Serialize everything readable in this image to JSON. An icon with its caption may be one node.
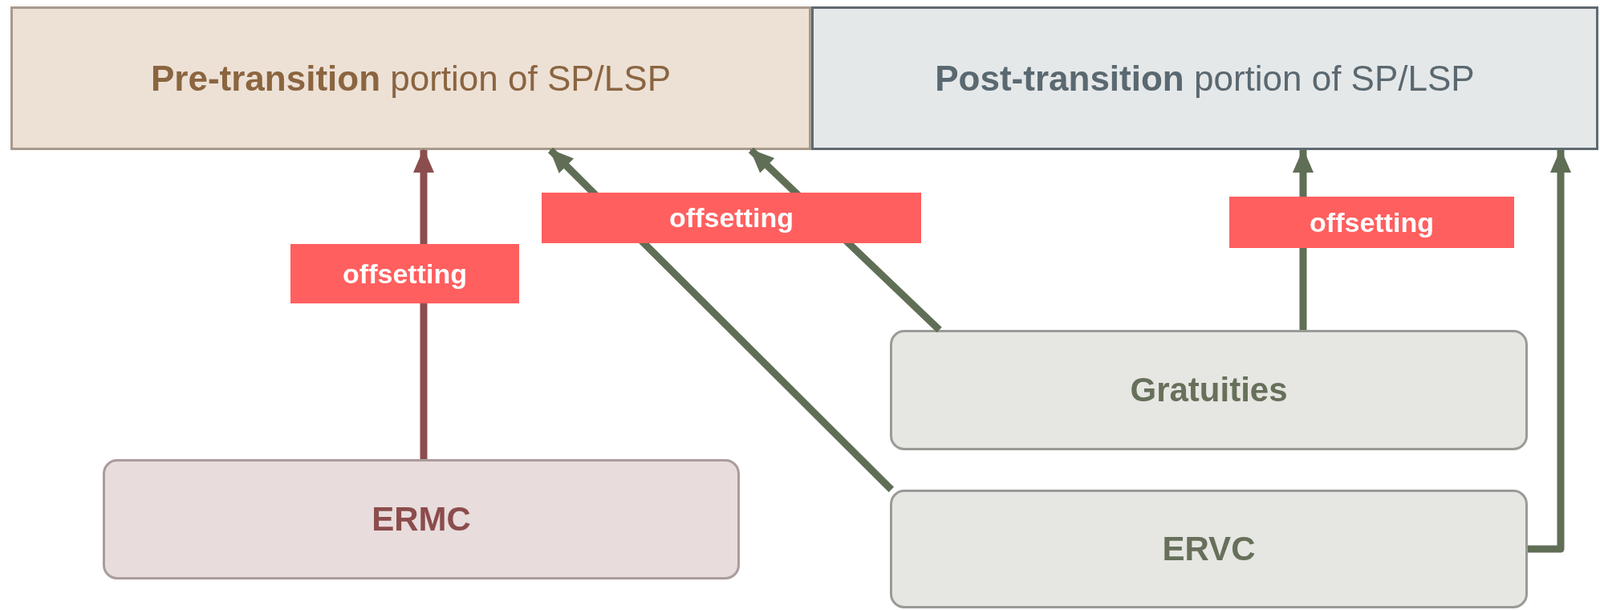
{
  "diagram": {
    "nodes": [
      {
        "text": [
          "**Pre-transition** portion of SP/LSP"
        ]
      },
      {
        "text": [
          "**Post-transition** portion of SP/LSP"
        ]
      },
      {
        "text": [
          "ERMC"
        ]
      },
      {
        "text": [
          "Gratuities"
        ]
      },
      {
        "text": [
          "ERVC"
        ]
      }
    ],
    "edges": [
      {
        "from": 2,
        "to": 0,
        "arrow": "to",
        "label": "offsetting",
        "color": "#8b4e4e"
      },
      {
        "from": 4,
        "to": 0,
        "arrow": "to",
        "label": "offsetting"
      },
      {
        "from": 3,
        "to": 0,
        "arrow": "to"
      },
      {
        "from": 3,
        "to": 1,
        "arrow": "to",
        "label": "offsetting"
      },
      {
        "from": 4,
        "to": 1,
        "arrow": "to"
      }
    ]
  }
}
